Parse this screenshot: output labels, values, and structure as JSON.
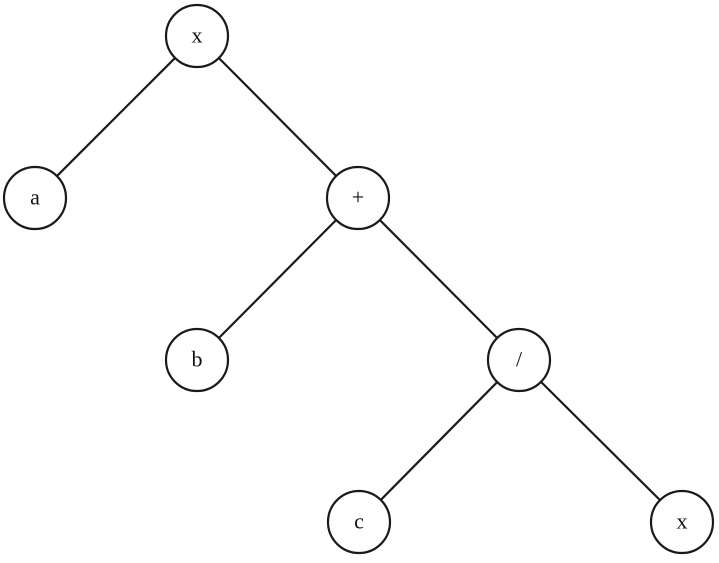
{
  "diagram": {
    "type": "expression-tree",
    "nodes": [
      {
        "id": "n1",
        "label": "x"
      },
      {
        "id": "n2",
        "label": "a"
      },
      {
        "id": "n3",
        "label": "+"
      },
      {
        "id": "n4",
        "label": "b"
      },
      {
        "id": "n5",
        "label": "/"
      },
      {
        "id": "n6",
        "label": "c"
      },
      {
        "id": "n7",
        "label": "x"
      }
    ],
    "edges": [
      {
        "from": "n1",
        "to": "n2"
      },
      {
        "from": "n1",
        "to": "n3"
      },
      {
        "from": "n3",
        "to": "n4"
      },
      {
        "from": "n3",
        "to": "n5"
      },
      {
        "from": "n5",
        "to": "n6"
      },
      {
        "from": "n5",
        "to": "n7"
      }
    ]
  }
}
